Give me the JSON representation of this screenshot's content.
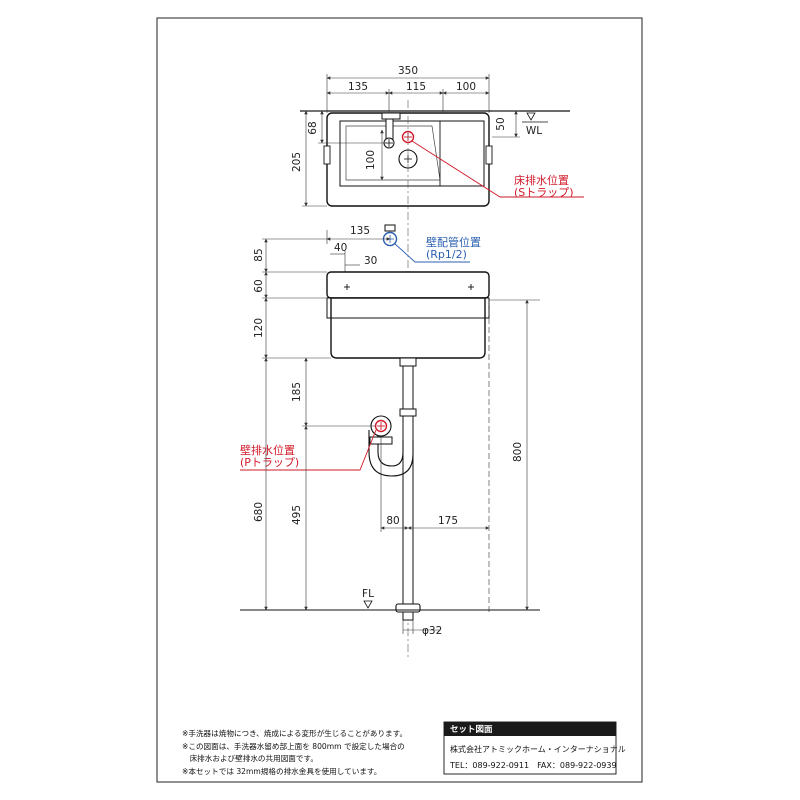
{
  "colors": {
    "outline": "#111111",
    "dimension": "#333333",
    "red_callout": "#d21a2a",
    "blue_callout": "#2a5fb0",
    "titlebar": "#1a1a1a"
  },
  "top_view": {
    "dims": {
      "overall_width": "350",
      "left_seg": "135",
      "mid_seg": "115",
      "right_seg": "100",
      "depth": "205",
      "rear_offset": "68",
      "wall_gap": "50",
      "inner_100": "100"
    },
    "wall_label": "WL"
  },
  "callouts": {
    "floor_drain": {
      "line1": "床排水位置",
      "line2": "(Sトラップ)"
    },
    "wall_supply": {
      "line1": "壁配管位置",
      "line2": "(Rp1/2)"
    },
    "wall_drain": {
      "line1": "壁排水位置",
      "line2": "(Pトラップ)"
    }
  },
  "front_view": {
    "dims": {
      "supply_offset": "135",
      "mount_40": "40",
      "mount_30": "30",
      "h85": "85",
      "h60": "60",
      "h120": "120",
      "h185": "185",
      "h680": "680",
      "h495": "495",
      "h800": "800",
      "w80": "80",
      "w175": "175",
      "pipe_dia": "φ32"
    },
    "floor_label": "FL"
  },
  "notes": [
    "※手洗器は焼物につき、焼成による変形が生じることがあります。",
    "※この図面は、手洗器水留め部上面を 800mm で設定した場合の",
    "　床排水および壁排水の共用図面です。",
    "※本セットでは 32mm規格の排水金具を使用しています。"
  ],
  "title_block": {
    "header": "セット図面",
    "company": "株式会社アトミックホーム・インターナショナル",
    "contact": "TEL：089-922-0911　FAX：089-922-0939"
  }
}
